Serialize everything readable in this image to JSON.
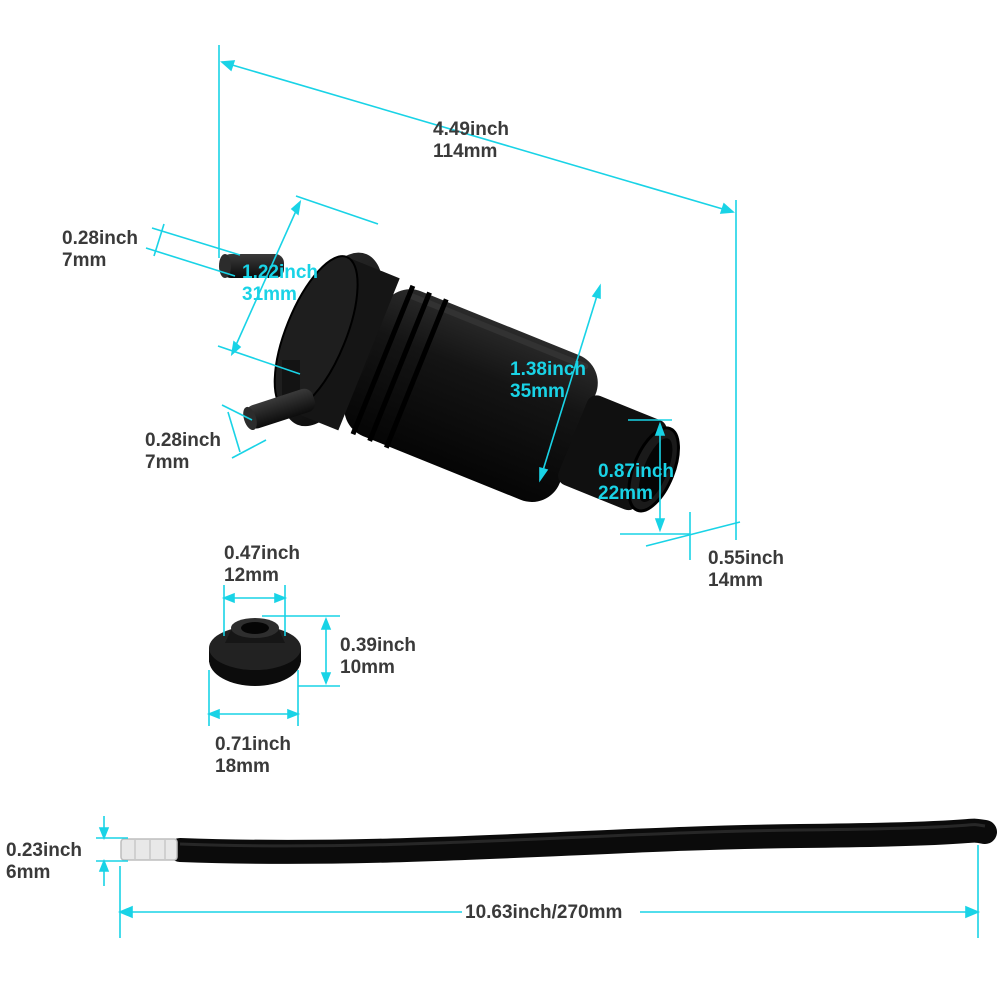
{
  "colors": {
    "dimension_line": "#19d3e6",
    "label_text": "#3a3a3a",
    "label_highlight": "#19d3e6",
    "part_body": "#111111"
  },
  "dimensions": {
    "pump_length": {
      "inch": "4.49inch",
      "mm": "114mm"
    },
    "upper_nozzle": {
      "inch": "0.28inch",
      "mm": "7mm"
    },
    "cap_diameter": {
      "inch": "1.22inch",
      "mm": "31mm"
    },
    "lower_nozzle": {
      "inch": "0.28inch",
      "mm": "7mm"
    },
    "body_diameter": {
      "inch": "1.38inch",
      "mm": "35mm"
    },
    "connector_height": {
      "inch": "0.87inch",
      "mm": "22mm"
    },
    "connector_depth": {
      "inch": "0.55inch",
      "mm": "14mm"
    },
    "grommet_inner": {
      "inch": "0.47inch",
      "mm": "12mm"
    },
    "grommet_height": {
      "inch": "0.39inch",
      "mm": "10mm"
    },
    "grommet_outer": {
      "inch": "0.71inch",
      "mm": "18mm"
    },
    "hose_diameter": {
      "inch": "0.23inch",
      "mm": "6mm"
    },
    "hose_length": {
      "text": "10.63inch/270mm"
    }
  }
}
